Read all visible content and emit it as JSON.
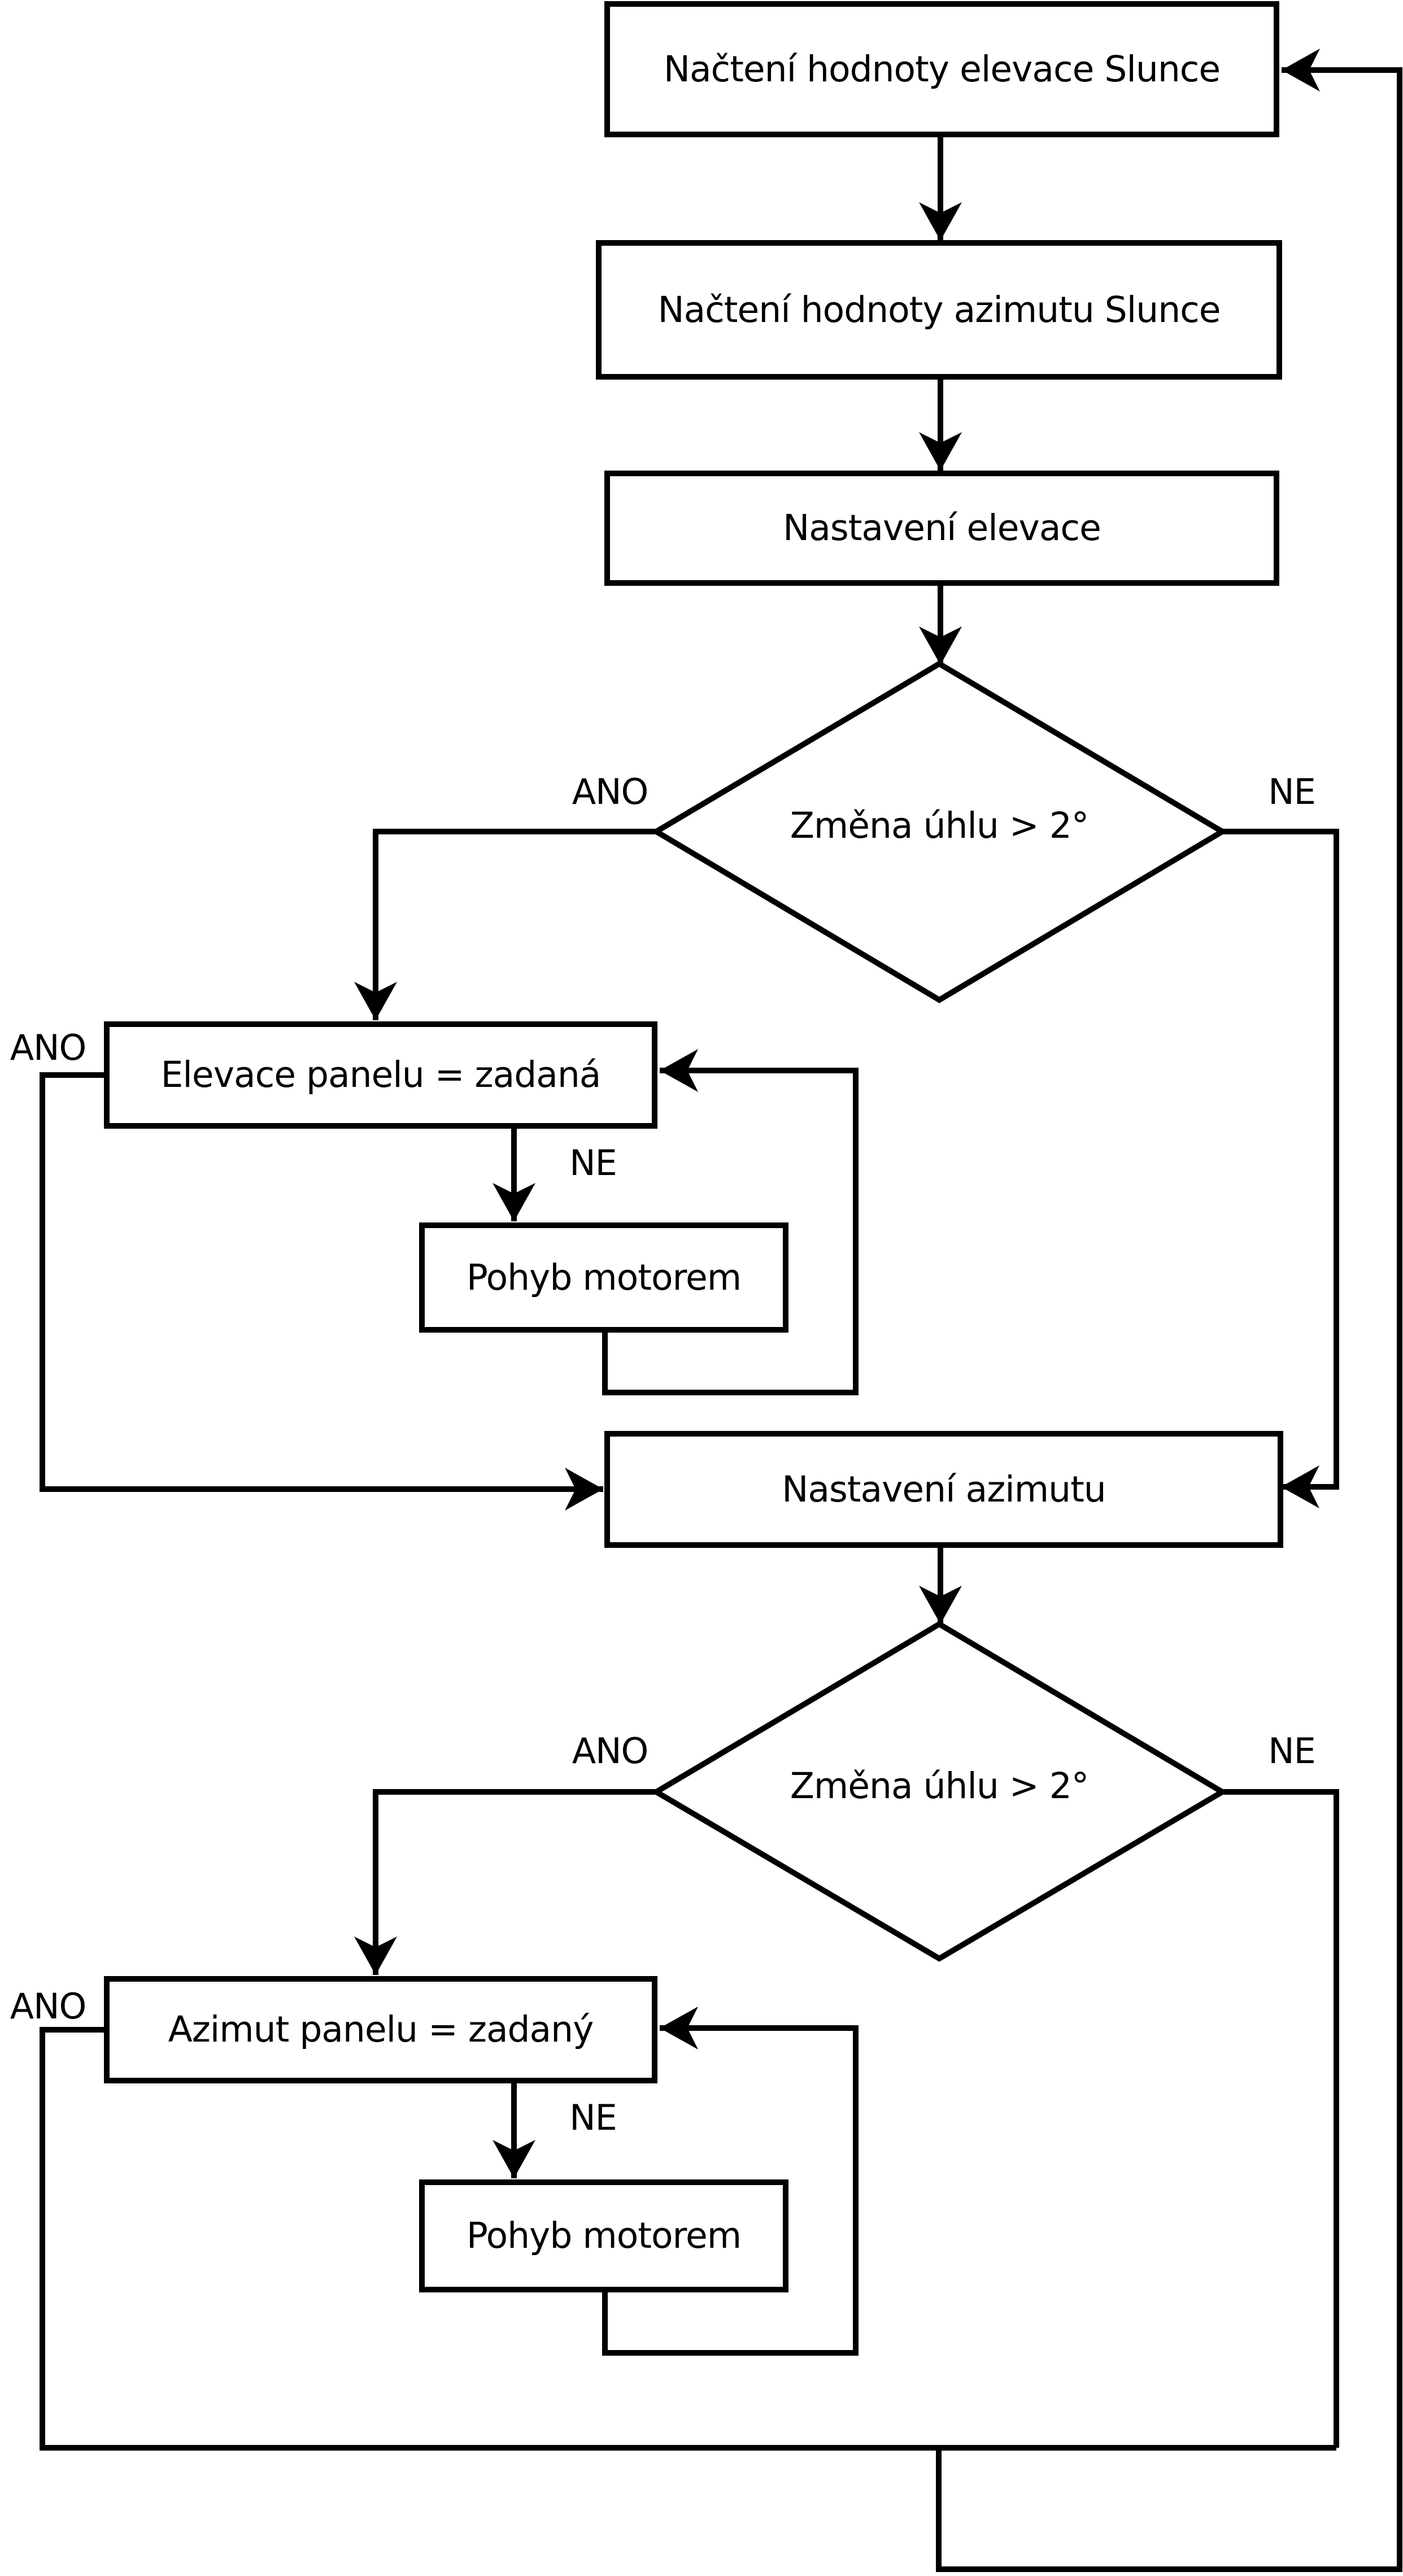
{
  "nodes": {
    "read_elevation": {
      "label": "Načtení hodnoty elevace Slunce"
    },
    "read_azimuth": {
      "label": "Načtení hodnoty azimutu Slunce"
    },
    "set_elevation": {
      "label": "Nastavení elevace"
    },
    "elevation_decision": {
      "label": "Změna úhlu > 2°"
    },
    "elevation_equals": {
      "label": "Elevace panelu = zadaná"
    },
    "motor_move_elevation": {
      "label": "Pohyb motorem"
    },
    "set_azimuth": {
      "label": "Nastavení azimutu"
    },
    "azimuth_decision": {
      "label": "Změna úhlu > 2°"
    },
    "azimuth_equals": {
      "label": "Azimut panelu = zadaný"
    },
    "motor_move_azimuth": {
      "label": "Pohyb motorem"
    }
  },
  "branch_labels": {
    "yes": "ANO",
    "no": "NE"
  },
  "colors": {
    "line": "#000000",
    "background": "#ffffff",
    "box_fill": "#ffffff"
  }
}
